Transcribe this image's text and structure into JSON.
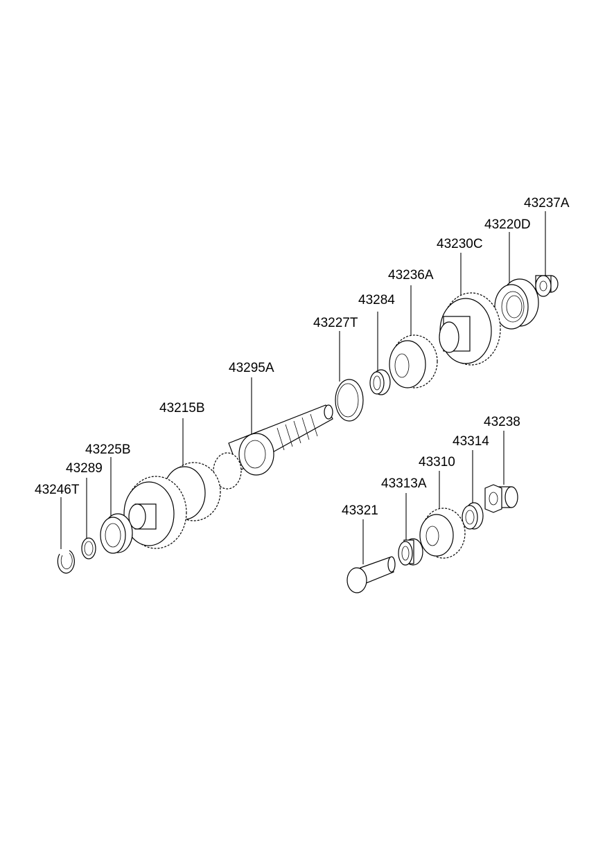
{
  "parts": [
    {
      "id": "p43237A",
      "label": "43237A"
    },
    {
      "id": "p43220D",
      "label": "43220D"
    },
    {
      "id": "p43230C",
      "label": "43230C"
    },
    {
      "id": "p43236A",
      "label": "43236A"
    },
    {
      "id": "p43284",
      "label": "43284"
    },
    {
      "id": "p43227T",
      "label": "43227T"
    },
    {
      "id": "p43295A",
      "label": "43295A"
    },
    {
      "id": "p43215B",
      "label": "43215B"
    },
    {
      "id": "p43225B",
      "label": "43225B"
    },
    {
      "id": "p43289",
      "label": "43289"
    },
    {
      "id": "p43246T",
      "label": "43246T"
    },
    {
      "id": "p43238",
      "label": "43238"
    },
    {
      "id": "p43314",
      "label": "43314"
    },
    {
      "id": "p43310",
      "label": "43310"
    },
    {
      "id": "p43313A",
      "label": "43313A"
    },
    {
      "id": "p43321",
      "label": "43321"
    }
  ]
}
